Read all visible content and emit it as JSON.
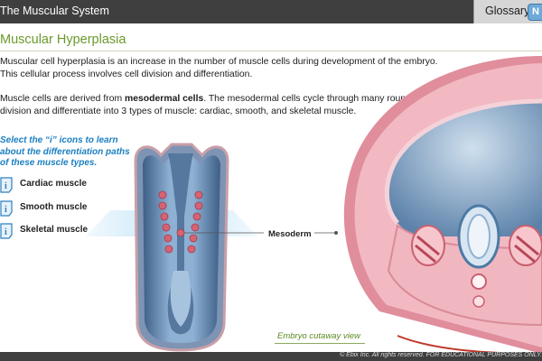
{
  "app": {
    "title": "The Muscular System",
    "glossary_label": "Glossary",
    "help_glyph": "N"
  },
  "page": {
    "title": "Muscular Hyperplasia",
    "paragraph1": "Muscular cell hyperplasia is an increase in the number of muscle cells during development of the embryo. This cellular process involves cell division and differentiation.",
    "paragraph2_prefix": "Muscle cells are derived from ",
    "paragraph2_bold": "mesodermal cells",
    "paragraph2_suffix": ". The mesodermal cells cycle through many rounds of division and differentiate into 3 types of muscle: cardiac, smooth, and skeletal muscle.",
    "instruction": "Select the “i” icons to learn about the differentiation paths of these muscle types."
  },
  "info_items": [
    {
      "label": "Cardiac muscle",
      "icon": "info-icon"
    },
    {
      "label": "Smooth muscle",
      "icon": "info-icon"
    },
    {
      "label": "Skeletal muscle",
      "icon": "info-icon"
    }
  ],
  "figure": {
    "mesoderm_label": "Mesoderm",
    "cutaway_caption": "Embryo cutaway view"
  },
  "footer": {
    "text": "© Ebix Inc. All rights reserved. FOR EDUCATIONAL PURPOSES ONLY."
  },
  "colors": {
    "header_bg": "#3f3f3f",
    "title_green": "#6a9a2c",
    "instruction_blue": "#1a7fc1",
    "embryo_blue": "#7fa3c8",
    "tissue_pink": "#e79aa7",
    "mesoderm_red": "#d65a6a"
  }
}
